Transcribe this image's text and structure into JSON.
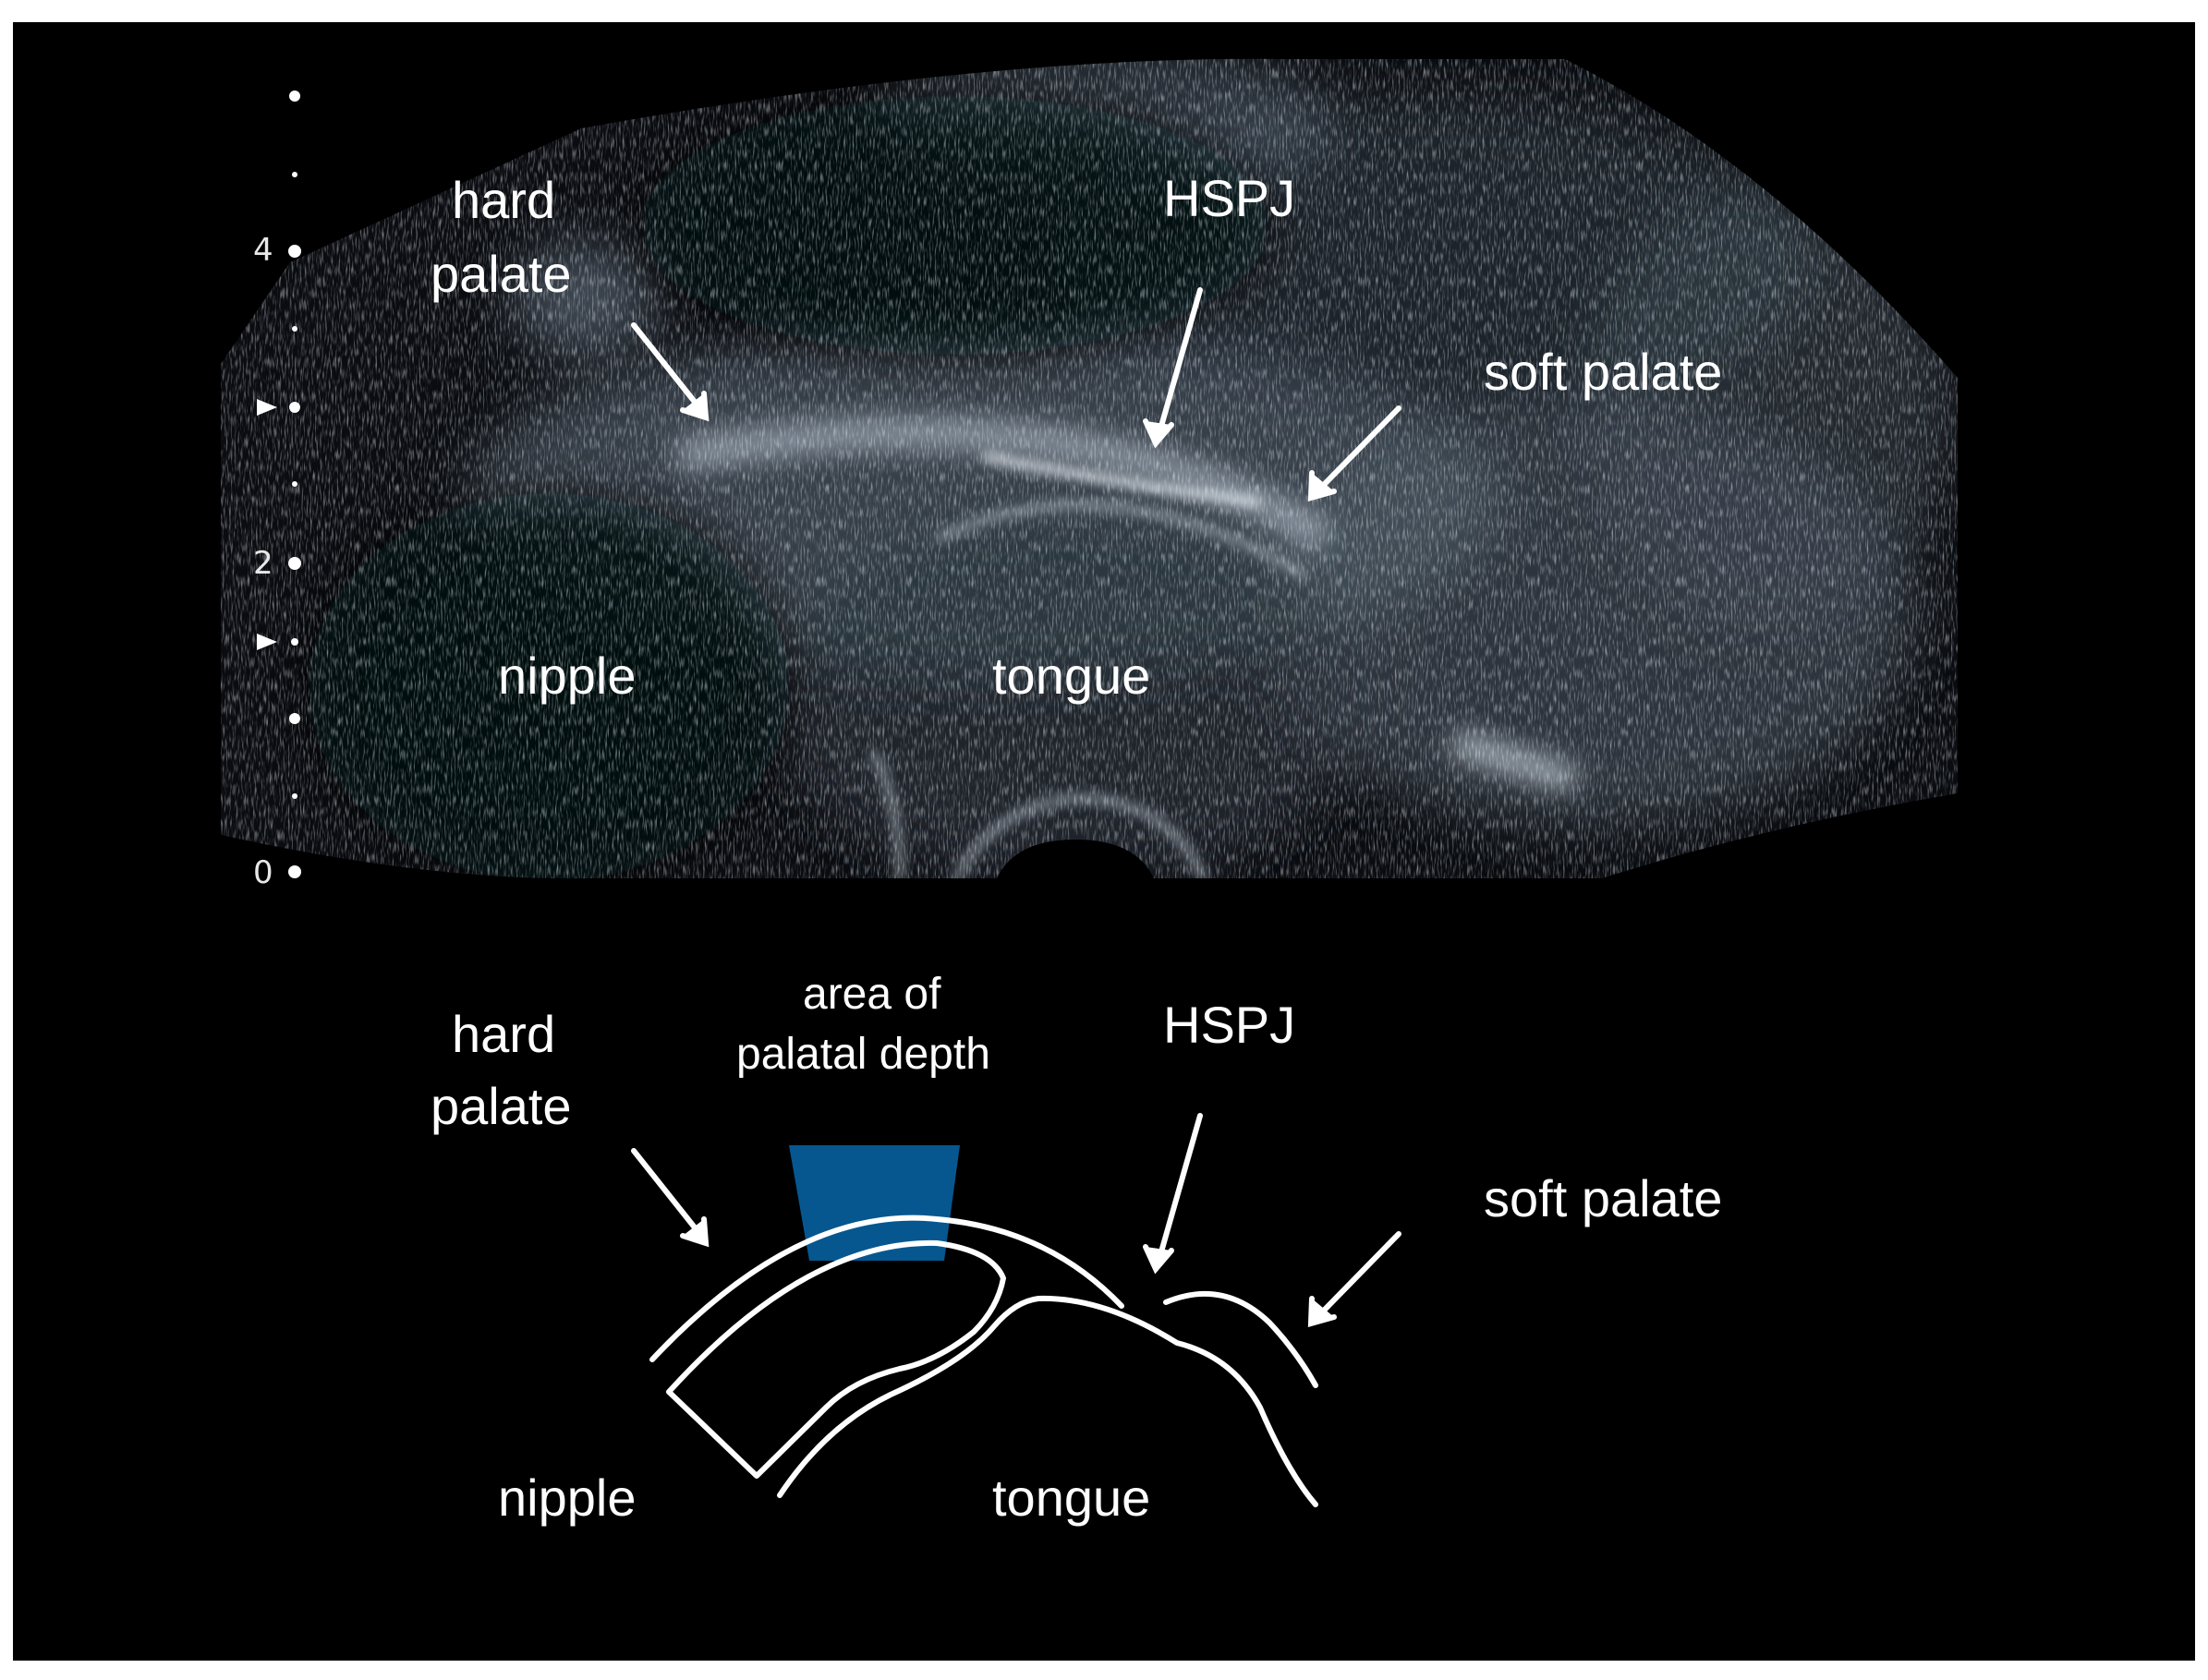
{
  "ultrasound": {
    "scale_ticks": [
      "4",
      "2",
      "0"
    ],
    "labels": {
      "hard_palate_line1": "hard",
      "hard_palate_line2": "palate",
      "hspj": "HSPJ",
      "soft_palate": "soft palate",
      "nipple": "nipple",
      "tongue": "tongue"
    }
  },
  "schematic": {
    "labels": {
      "hard_palate_line1": "hard",
      "hard_palate_line2": "palate",
      "area_line1": "area of",
      "area_line2": "palatal depth",
      "hspj": "HSPJ",
      "soft_palate": "soft palate",
      "nipple": "nipple",
      "tongue": "tongue"
    },
    "colors": {
      "area_fill": "#06578f",
      "outline": "#ffffff",
      "background": "#000000"
    }
  }
}
